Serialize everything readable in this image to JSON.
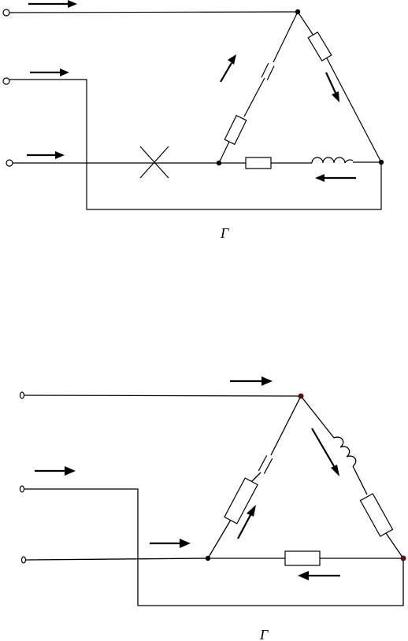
{
  "figures": [
    {
      "id": "top",
      "caption": "Г"
    },
    {
      "id": "bottom",
      "caption": "Г"
    }
  ],
  "colors": {
    "line": "#000000",
    "background": "#ffffff",
    "node_bottom": "#5a1010"
  }
}
